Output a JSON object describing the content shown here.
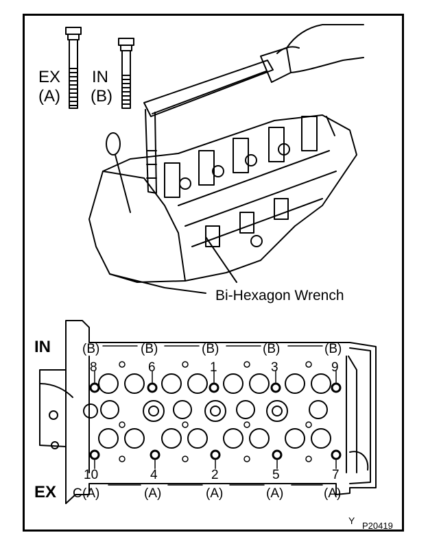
{
  "bolts": {
    "ex_name": "EX",
    "ex_code": "(A)",
    "in_name": "IN",
    "in_code": "(B)"
  },
  "wrench_label": "Bi-Hexagon Wrench",
  "head": {
    "in_side_label": "IN",
    "ex_side_label": "EX",
    "top_letters": [
      "(B)",
      "(B)",
      "(B)",
      "(B)",
      "(B)"
    ],
    "top_numbers": [
      "8",
      "6",
      "1",
      "3",
      "9"
    ],
    "bottom_numbers": [
      "10",
      "4",
      "2",
      "5",
      "7"
    ],
    "bottom_letters": [
      "(A)",
      "(A)",
      "(A)",
      "(A)",
      "(A)"
    ],
    "bottom_prefix": "C"
  },
  "corner_mark": "Y",
  "figure_code": "P20419",
  "colors": {
    "line": "#000000",
    "background": "#ffffff"
  }
}
